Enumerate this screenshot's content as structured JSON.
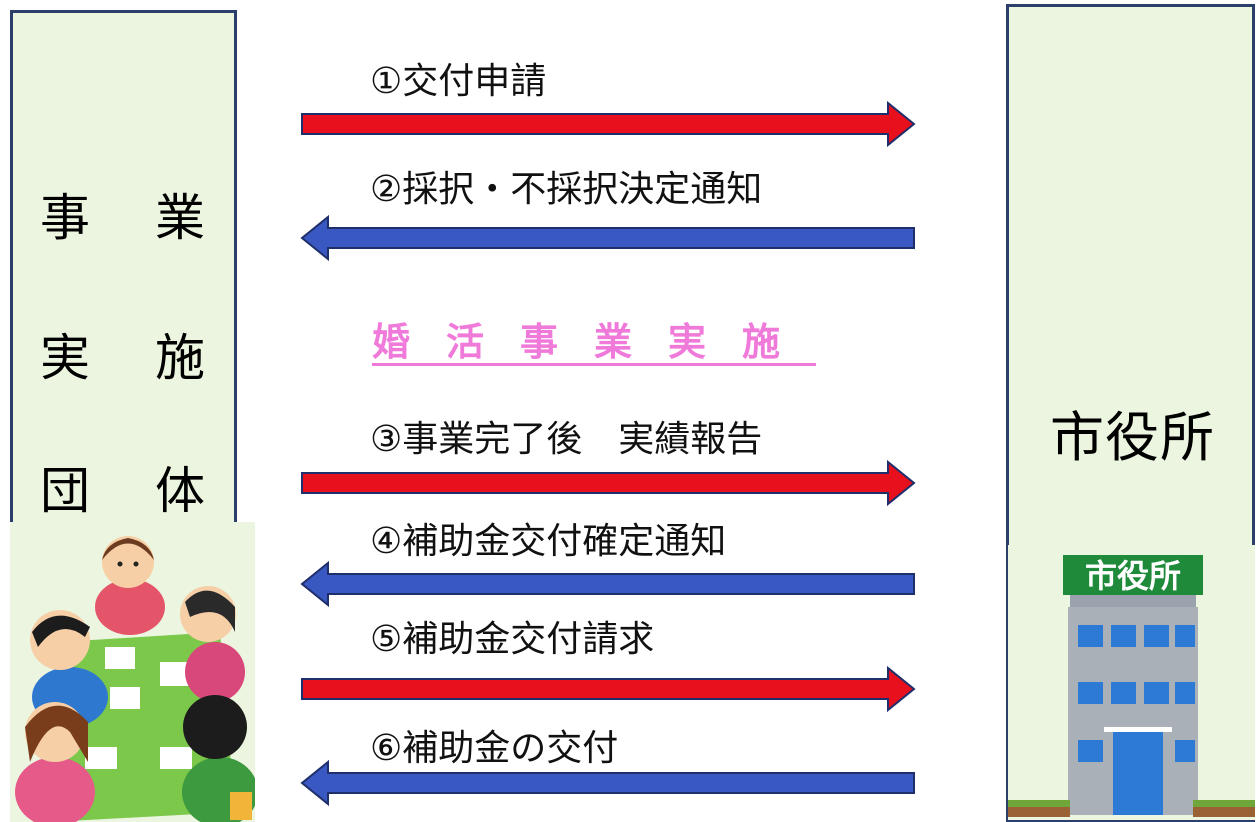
{
  "left_panel": {
    "chars": [
      [
        "事",
        "業"
      ],
      [
        "実",
        "施"
      ],
      [
        "団",
        "体"
      ]
    ]
  },
  "right_panel": {
    "title": "市役所",
    "building_sign": "市役所"
  },
  "center_caption": "婚活事業実施",
  "steps": [
    {
      "label": "①交付申請",
      "direction": "right",
      "color": "#e8101c"
    },
    {
      "label": "②採択・不採択決定通知",
      "direction": "left",
      "color": "#3a58c2"
    },
    {
      "label": "③事業完了後　実績報告",
      "direction": "right",
      "color": "#e8101c"
    },
    {
      "label": "④補助金交付確定通知",
      "direction": "left",
      "color": "#3a58c2"
    },
    {
      "label": "⑤補助金交付請求",
      "direction": "right",
      "color": "#e8101c"
    },
    {
      "label": "⑥補助金の交付",
      "direction": "left",
      "color": "#3a58c2"
    }
  ],
  "colors": {
    "panel_fill": "#ebf5df",
    "panel_border": "#2c3f6b",
    "caption": "#f07ad9",
    "arrow_right": "#e8101c",
    "arrow_left": "#3a58c2"
  }
}
